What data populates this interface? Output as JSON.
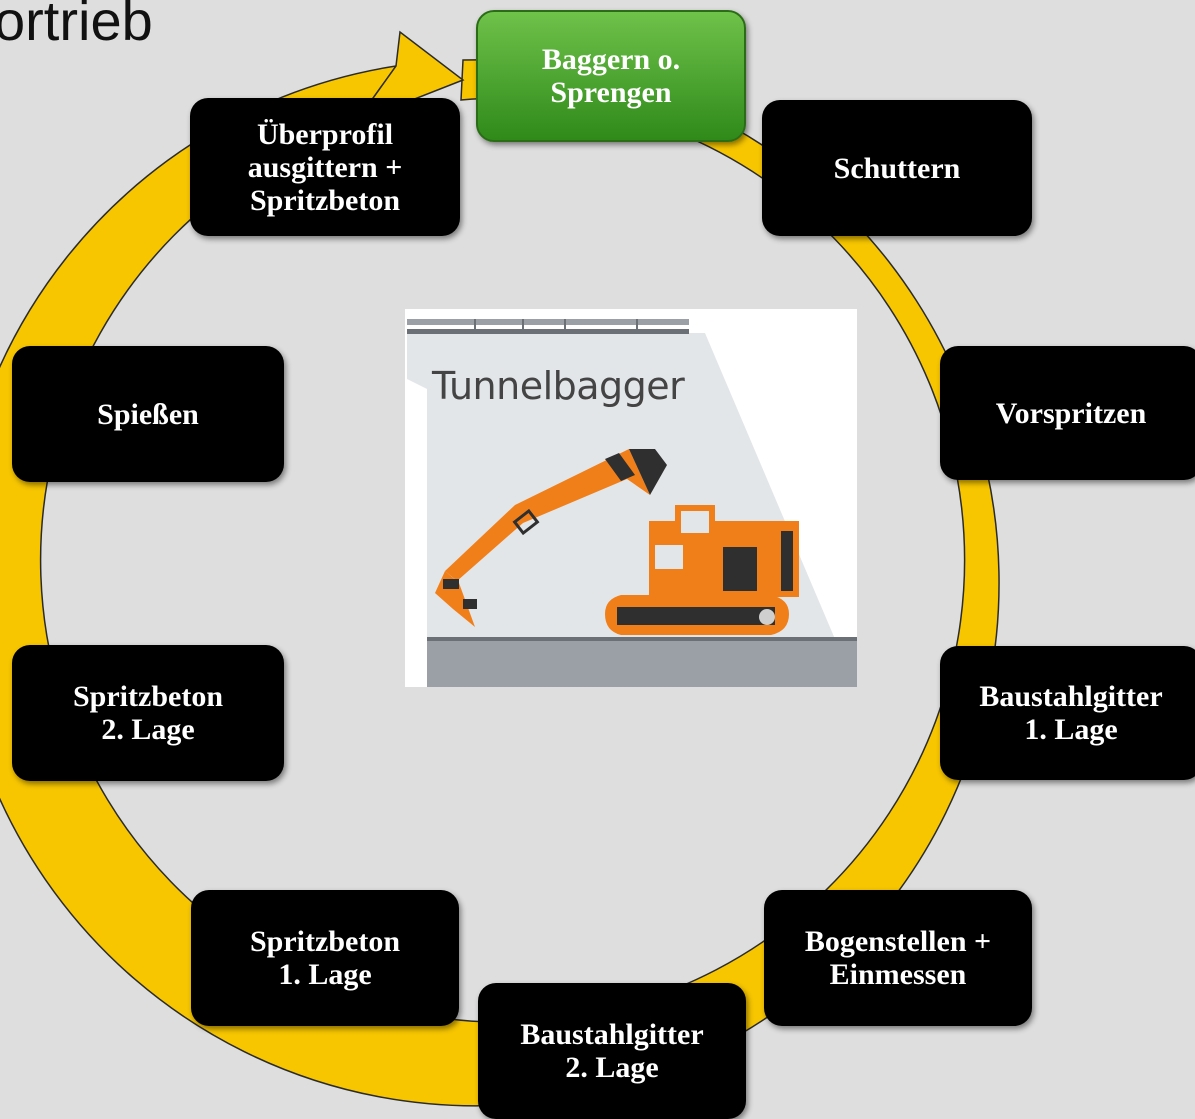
{
  "title": "ortrieb",
  "colors": {
    "ring_fill": "#f7c600",
    "ring_stroke": "#2b2b2b",
    "node_fill": "#000000",
    "node_text": "#ffffff",
    "active_fill": "#4aa52e",
    "machine_color": "#f07f1a"
  },
  "cycle": {
    "steps": [
      {
        "id": "baggern",
        "label": "Baggern o.\nSprengen",
        "active": true
      },
      {
        "id": "schuttern",
        "label": "Schuttern",
        "active": false
      },
      {
        "id": "vorspritzen",
        "label": "Vorspritzen",
        "active": false
      },
      {
        "id": "baustahlgitter1",
        "label": "Baustahlgitter\n1. Lage",
        "active": false
      },
      {
        "id": "bogenstellen",
        "label": "Bogenstellen +\nEinmessen",
        "active": false
      },
      {
        "id": "baustahlgitter2",
        "label": "Baustahlgitter\n2. Lage",
        "active": false
      },
      {
        "id": "spritzbeton1",
        "label": "Spritzbeton\n1. Lage",
        "active": false
      },
      {
        "id": "spritzbeton2",
        "label": "Spritzbeton\n2. Lage",
        "active": false
      },
      {
        "id": "spiessen",
        "label": "Spießen",
        "active": false
      },
      {
        "id": "ueberprofil",
        "label": "Überprofil\nausgittern +\nSpritzbeton",
        "active": false
      }
    ]
  },
  "picture": {
    "label": "Tunnelbagger",
    "icon": "tunnel-excavator-icon"
  }
}
